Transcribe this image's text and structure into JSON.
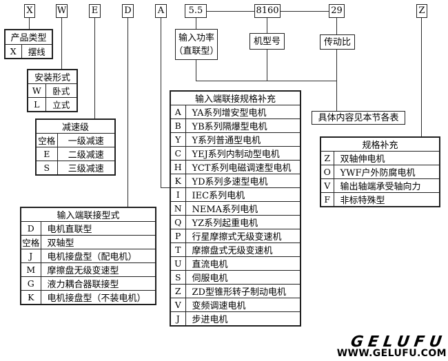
{
  "top_codes": [
    {
      "label": "X"
    },
    {
      "label": "W"
    },
    {
      "label": "E"
    },
    {
      "label": "D"
    },
    {
      "label": "A"
    },
    {
      "label": "5.5"
    },
    {
      "label": "8160"
    },
    {
      "label": "29"
    },
    {
      "label": "Z"
    }
  ],
  "labels": {
    "input_power_line1": "输入功率",
    "input_power_line2": "（直联型）",
    "model_no": "机型号",
    "ratio": "传动比",
    "see_tables": "具体内容见本节各表"
  },
  "tables": {
    "product_type": {
      "title": "产品类型",
      "rows": [
        {
          "key": "X",
          "value": "摆线"
        }
      ]
    },
    "mounting": {
      "title": "安装形式",
      "rows": [
        {
          "key": "W",
          "value": "卧式"
        },
        {
          "key": "L",
          "value": "立式"
        }
      ]
    },
    "stages": {
      "title": "减速级",
      "rows": [
        {
          "key": "空格",
          "value": "一级减速"
        },
        {
          "key": "E",
          "value": "二级减速"
        },
        {
          "key": "S",
          "value": "三级减速"
        }
      ]
    },
    "input_connection": {
      "title": "输入端联接型式",
      "rows": [
        {
          "key": "D",
          "value": "电机直联型"
        },
        {
          "key": "空格",
          "value": "双轴型"
        },
        {
          "key": "J",
          "value": "电机接盘型（配电机）"
        },
        {
          "key": "M",
          "value": "摩擦盘无级变速型"
        },
        {
          "key": "G",
          "value": "液力耦合器联接型"
        },
        {
          "key": "K",
          "value": "电机接盘型（不装电机）"
        }
      ]
    },
    "input_spec": {
      "title": "输入端联接规格补充",
      "rows": [
        {
          "key": "A",
          "value": "YA系列增安型电机"
        },
        {
          "key": "B",
          "value": "YB系列隔爆型电机"
        },
        {
          "key": "Y",
          "value": "Y系列普通型电机"
        },
        {
          "key": "C",
          "value": "YEJ系列内制动型电机"
        },
        {
          "key": "H",
          "value": "YCT系列电磁调速型电机"
        },
        {
          "key": "K",
          "value": "YD系列多速型电机"
        },
        {
          "key": "I",
          "value": "IEC系列电机"
        },
        {
          "key": "N",
          "value": "NEMA系列电机"
        },
        {
          "key": "Q",
          "value": "YZ系列起重电机"
        },
        {
          "key": "P",
          "value": "行星摩擦式无级变速机"
        },
        {
          "key": "T",
          "value": "摩擦盘式无级变速机"
        },
        {
          "key": "U",
          "value": "直流电机"
        },
        {
          "key": "S",
          "value": "伺服电机"
        },
        {
          "key": "Z",
          "value": "ZD型锥形转子制动电机"
        },
        {
          "key": "V",
          "value": "变频调速电机"
        },
        {
          "key": "J",
          "value": "步进电机"
        }
      ]
    },
    "spec_supplement": {
      "title": "规格补充",
      "rows": [
        {
          "key": "Z",
          "value": "双轴伸电机"
        },
        {
          "key": "O",
          "value": "YWF户外防腐电机"
        },
        {
          "key": "V",
          "value": "输出轴端承受轴向力"
        },
        {
          "key": "F",
          "value": "非标特殊型"
        }
      ]
    }
  },
  "logo": {
    "brand": "GELUFU",
    "url": "WWW.GELUFU.COM"
  }
}
